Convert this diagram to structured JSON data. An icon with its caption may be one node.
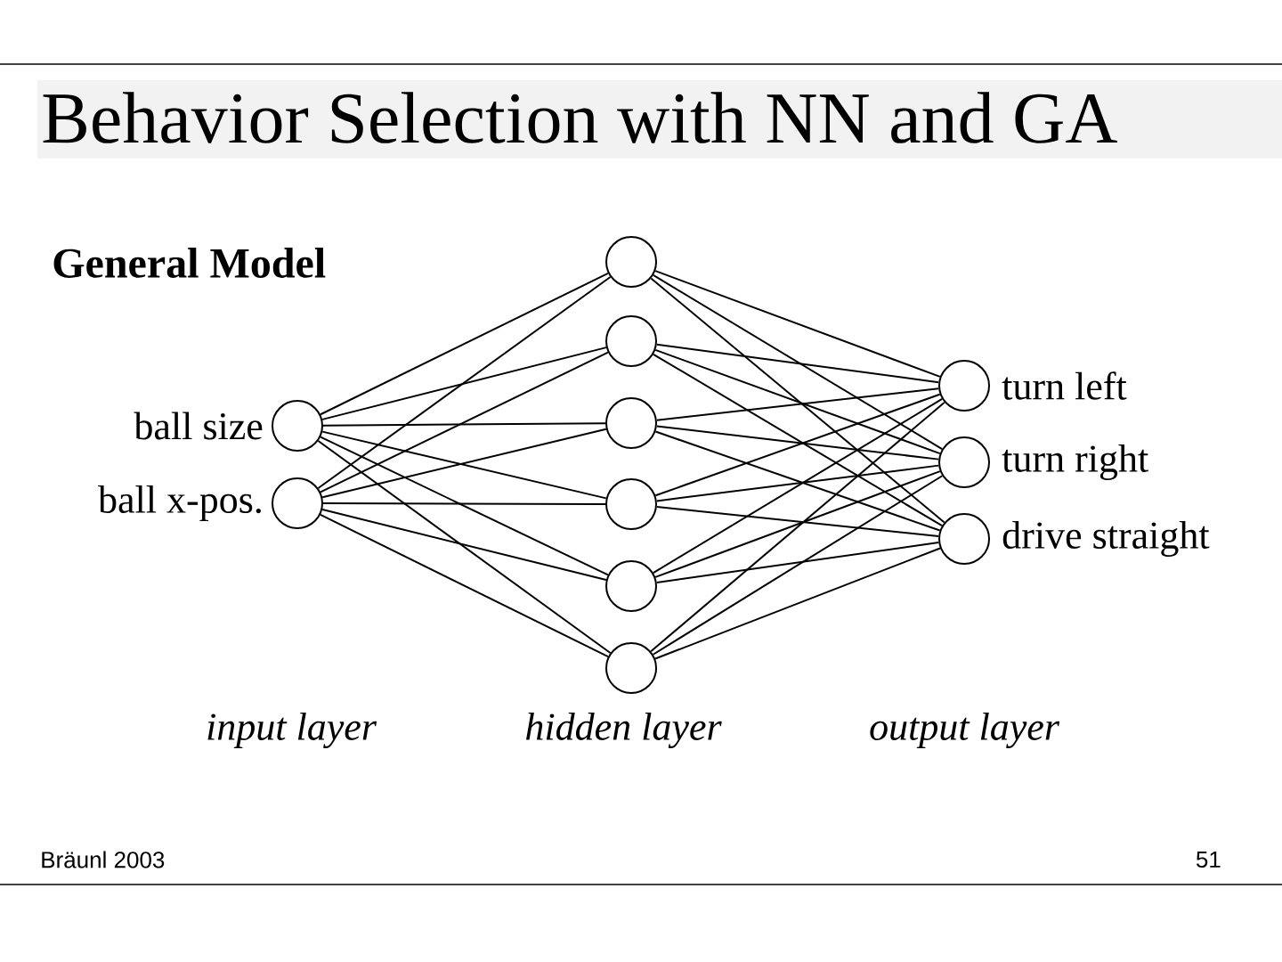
{
  "diagram": {
    "title": "Behavior Selection with NN and GA",
    "nodes": [
      {
        "text": [],
        "shape": "circle",
        "beside": [
          "ball size"
        ]
      },
      {
        "text": [],
        "shape": "circle",
        "beside": [
          "ball x-pos."
        ]
      },
      {
        "text": [],
        "shape": "circle"
      },
      {
        "text": [],
        "shape": "circle"
      },
      {
        "text": [],
        "shape": "circle"
      },
      {
        "text": [],
        "shape": "circle"
      },
      {
        "text": [],
        "shape": "circle"
      },
      {
        "text": [],
        "shape": "circle"
      },
      {
        "text": [],
        "shape": "circle",
        "beside": [
          "turn left"
        ]
      },
      {
        "text": [],
        "shape": "circle",
        "beside": [
          "turn right"
        ]
      },
      {
        "text": [],
        "shape": "circle",
        "beside": [
          "drive straight"
        ]
      }
    ],
    "edges": [
      {
        "from": 0,
        "to": 2,
        "arrow": "none"
      },
      {
        "from": 0,
        "to": 3,
        "arrow": "none"
      },
      {
        "from": 0,
        "to": 4,
        "arrow": "none"
      },
      {
        "from": 0,
        "to": 5,
        "arrow": "none"
      },
      {
        "from": 0,
        "to": 6,
        "arrow": "none"
      },
      {
        "from": 0,
        "to": 7,
        "arrow": "none"
      },
      {
        "from": 1,
        "to": 2,
        "arrow": "none"
      },
      {
        "from": 1,
        "to": 3,
        "arrow": "none"
      },
      {
        "from": 1,
        "to": 4,
        "arrow": "none"
      },
      {
        "from": 1,
        "to": 5,
        "arrow": "none"
      },
      {
        "from": 1,
        "to": 6,
        "arrow": "none"
      },
      {
        "from": 1,
        "to": 7,
        "arrow": "none"
      },
      {
        "from": 2,
        "to": 8,
        "arrow": "none"
      },
      {
        "from": 2,
        "to": 9,
        "arrow": "none"
      },
      {
        "from": 2,
        "to": 10,
        "arrow": "none"
      },
      {
        "from": 3,
        "to": 8,
        "arrow": "none"
      },
      {
        "from": 3,
        "to": 9,
        "arrow": "none"
      },
      {
        "from": 3,
        "to": 10,
        "arrow": "none"
      },
      {
        "from": 4,
        "to": 8,
        "arrow": "none"
      },
      {
        "from": 4,
        "to": 9,
        "arrow": "none"
      },
      {
        "from": 4,
        "to": 10,
        "arrow": "none"
      },
      {
        "from": 5,
        "to": 8,
        "arrow": "none"
      },
      {
        "from": 5,
        "to": 9,
        "arrow": "none"
      },
      {
        "from": 5,
        "to": 10,
        "arrow": "none"
      },
      {
        "from": 6,
        "to": 8,
        "arrow": "none"
      },
      {
        "from": 6,
        "to": 9,
        "arrow": "none"
      },
      {
        "from": 6,
        "to": 10,
        "arrow": "none"
      },
      {
        "from": 7,
        "to": 8,
        "arrow": "none"
      },
      {
        "from": 7,
        "to": 9,
        "arrow": "none"
      },
      {
        "from": 7,
        "to": 10,
        "arrow": "none"
      }
    ],
    "labels": [
      "General Model",
      "input layer",
      "hidden layer",
      "output layer",
      "Bräunl 2003",
      "51"
    ]
  }
}
